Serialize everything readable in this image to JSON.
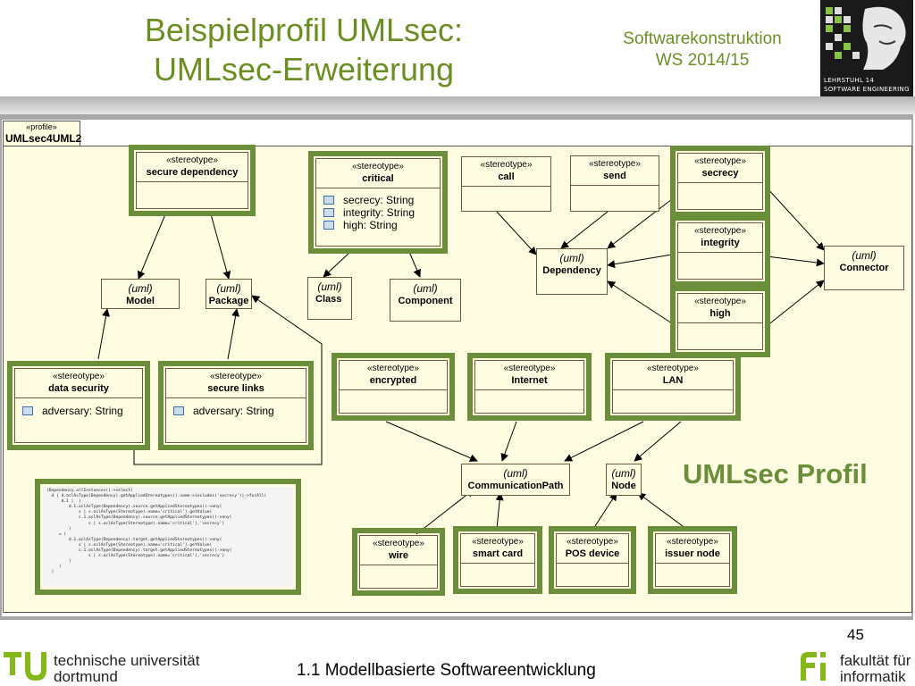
{
  "header": {
    "title_line1": "Beispielprofil UMLsec:",
    "title_line2": "UMLsec-Erweiterung",
    "course_line1": "Softwarekonstruktion",
    "course_line2": "WS 2014/15",
    "logo_line1": "LEHRSTUHL 14",
    "logo_line2": "SOFTWARE ENGINEERING"
  },
  "profile": {
    "stereo": "«profile»",
    "name": "UMLsec4UML2"
  },
  "stereo_label": "«stereotype»",
  "uml_label": "(uml)",
  "stereotypes": {
    "secure_dependency": "secure dependency",
    "critical": "critical",
    "critical_attrs": [
      "secrecy: String",
      "integrity: String",
      "high: String"
    ],
    "call": "call",
    "send": "send",
    "secrecy": "secrecy",
    "integrity": "integrity",
    "high": "high",
    "data_security": "data security",
    "data_security_attr": "adversary: String",
    "secure_links": "secure links",
    "secure_links_attr": "adversary: String",
    "encrypted": "encrypted",
    "internet": "Internet",
    "lan": "LAN",
    "wire": "wire",
    "smart_card": "smart card",
    "pos_device": "POS device",
    "issuer_node": "issuer node"
  },
  "metaclasses": {
    "model": "Model",
    "package": "Package",
    "class": "Class",
    "component": "Component",
    "dependency": "Dependency",
    "connector": "Connector",
    "communication_path": "CommunicationPath",
    "node": "Node"
  },
  "ocl_constraint": "(Dependency.allInstances()->select(\n  d | d.oclAsType(Dependency).getAppliedStereotypes().name->includes('secrecy'))->forAll(\n      d.1 |  (\n         d.1.oclAsType(Dependency).source.getAppliedStereotypes()->any(\n             s | s.oclAsType(Stereotype).name='critical').getValue(\n             c.1.oclAsType(Dependency).source.getAppliedStereotypes()->any(\n                 s | s.oclAsType(Stereotype).name='critical'),'secrecy')\n         )\n     = (\n         d.1.oclAsType(Dependency).target.getAppliedStereotypes()->any(\n             s | s.oclAsType(Stereotype).name='critical').getValue(\n             c.1.oclAsType(Dependency).target.getAppliedStereotypes()->any(\n                 s | s.oclAsType(Stereotype).name='critical'),'secrecy')\n         )\n     )\n  )",
  "profil_label": "UMLsec Profil",
  "footer": {
    "page_number": "45",
    "section": "1.1 Modellbasierte Softwareentwicklung",
    "tu_line1": "technische universität",
    "tu_line2": "dortmund",
    "fi_line1": "fakultät für",
    "fi_line2": "informatik"
  },
  "colors": {
    "title_green": "#6b8e23",
    "highlight_green": "#6b8e3a",
    "diagram_fill": "#fefde2"
  }
}
